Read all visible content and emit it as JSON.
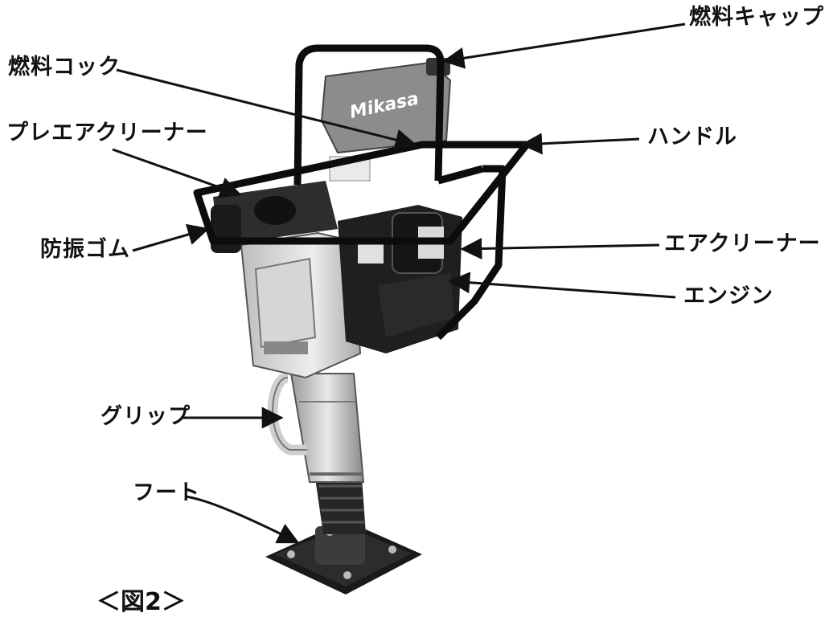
{
  "labels": {
    "fuel_cap": "燃料キャップ",
    "fuel_cock": "燃料コック",
    "pre_air_cleaner": "プレエアクリーナー",
    "handle": "ハンドル",
    "anti_vibration_rubber": "防振ゴム",
    "air_cleaner": "エアクリーナー",
    "engine": "エンジン",
    "grip": "グリップ",
    "foot": "フート"
  },
  "brand": "Mikasa",
  "figure_caption": "＜図2＞"
}
